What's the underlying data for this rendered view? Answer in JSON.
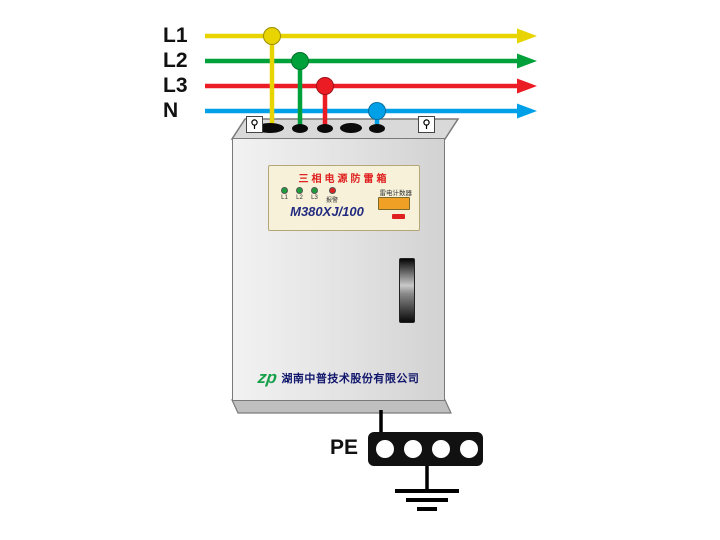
{
  "wires": {
    "l1": {
      "label": "L1",
      "color": "#e8d400",
      "edge": "#b9a900"
    },
    "l2": {
      "label": "L2",
      "color": "#00a03a",
      "edge": "#007a2c"
    },
    "l3": {
      "label": "L3",
      "color": "#ec1c24",
      "edge": "#b5121b"
    },
    "n": {
      "label": "N",
      "color": "#00a0e8",
      "edge": "#0077ad"
    }
  },
  "device": {
    "panel": {
      "title": "三相电源防雷箱",
      "model": "M380XJ/100",
      "led_labels": [
        "L1",
        "L2",
        "L3",
        "报警"
      ],
      "counter_label": "雷电计数器",
      "counter_value": ""
    },
    "brand": {
      "logo_text": "zp",
      "company": "湖南中普技术股份有限公司"
    }
  },
  "ground": {
    "pe_label": "PE"
  },
  "colors": {
    "cabinet_body": "#e6e6e6",
    "panel_bg": "#f6f1d8",
    "panel_title_red": "#e02020",
    "counter_orange": "#f0a024",
    "logo_green": "#16a04a",
    "company_navy": "#10166b",
    "busbar_black": "#111111"
  },
  "icons": {
    "lift_lug": "lug-icon",
    "cable_gland": "oval-hole",
    "arrowhead": "triangle"
  }
}
